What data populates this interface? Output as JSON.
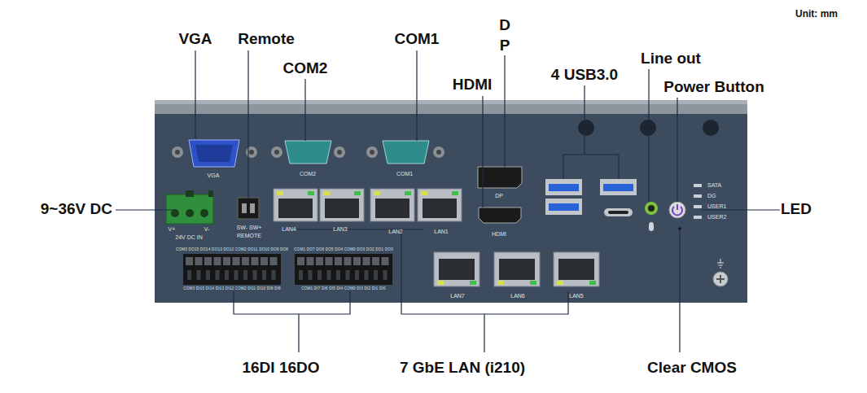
{
  "diagram": {
    "labels": [
      "VGA",
      "Remote",
      "COM2",
      "COM1",
      "D P",
      "HDMI",
      "4 USB3.0",
      "Line out",
      "Power Button",
      "9~36V DC",
      "LED",
      "16DI 16DO",
      "7 GbE LAN (i210)",
      "Clear CMOS",
      "Unit: mm",
      "VGA",
      "COM2",
      "COM1",
      "LAN4",
      "LAN3",
      "LAN2",
      "LAN1",
      "LAN7",
      "LAN6",
      "LAN5",
      "V+",
      "V-",
      "24V DC IN",
      "SW- SW+",
      "REMOTE",
      "HDMI",
      "DP",
      "SATA",
      "DG",
      "USER1",
      "USER2",
      "COM3 DO15 DO14 DO13 DO12 COM2 DO11 DO10 DO9 DO8",
      "COM3 DI15 DI14 DI13 DI12 COM2 DI11 DI10 DI9 DI8",
      "COM1 DO7 DO6 DO5 DO4 COM0 DO3 DO2 DO1 DO0",
      "COM1 DI7 DI6 DI5 DI4 COM0 DI3 DI2 DI1 DI0"
    ]
  }
}
